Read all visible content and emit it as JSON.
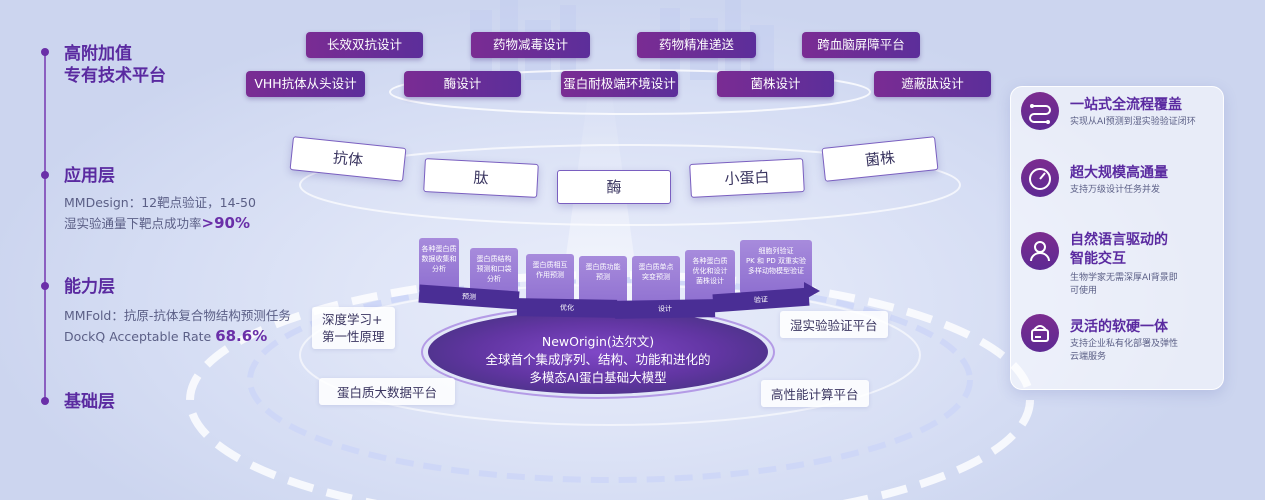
{
  "layers": {
    "platform_title_line1": "高附加值",
    "platform_title_line2": "专有技术平台",
    "app_title": "应用层",
    "app_desc_line1": "MMDesign：12靶点验证，14-50",
    "app_desc_line2_text": "湿实验通量下靶点成功率",
    "app_desc_line2_value": ">90%",
    "capability_title": "能力层",
    "capability_desc_line1": "MMFold：抗原-抗体复合物结构预测任务",
    "capability_desc_line2_text": "DockQ Acceptable Rate",
    "capability_desc_line2_value": "68.6%",
    "base_title": "基础层"
  },
  "tech_pills_row1": [
    "长效双抗设计",
    "药物减毒设计",
    "药物精准递送",
    "跨血脑屏障平台"
  ],
  "tech_pills_row2": [
    "VHH抗体从头设计",
    "酶设计",
    "蛋白耐极端环境设计",
    "菌株设计",
    "遮蔽肽设计"
  ],
  "applications": [
    "抗体",
    "肽",
    "酶",
    "小蛋白",
    "菌株"
  ],
  "capability_cards": [
    [
      "各种蛋白质",
      "数据收集和",
      "分析"
    ],
    [
      "蛋白质结构",
      "预测和口袋",
      "分析"
    ],
    [
      "蛋白质相互",
      "作用预测"
    ],
    [
      "蛋白质功能",
      "预测"
    ],
    [
      "蛋白质单点",
      "突变预测"
    ],
    [
      "各种蛋白质",
      "优化和设计",
      "菌株设计"
    ],
    [
      "细胞列验证",
      "PK 和 PD 双重实验",
      "多样动物模型验证"
    ]
  ],
  "pipeline_stages": [
    "预测",
    "优化",
    "设计",
    "验证"
  ],
  "foundation": {
    "left_tag_line1": "深度学习+",
    "left_tag_line2": "第一性原理",
    "right_tag": "湿实验验证平台",
    "model_name": "NewOrigin(达尔文)",
    "model_desc_line1": "全球首个集成序列、结构、功能和进化的",
    "model_desc_line2": "多模态AI蛋白基础大模型",
    "bottom_left_tag": "蛋白质大数据平台",
    "bottom_right_tag": "高性能计算平台"
  },
  "features": [
    {
      "icon": "workflow-icon",
      "title": "一站式全流程覆盖",
      "desc": [
        "实现从AI预测到湿实验验证闭环"
      ]
    },
    {
      "icon": "speedometer-icon",
      "title": "超大规模高通量",
      "desc": [
        "支持万级设计任务并发"
      ]
    },
    {
      "icon": "user-icon",
      "title_line1": "自然语言驱动的",
      "title_line2": "智能交互",
      "desc": [
        "生物学家无需深厚AI背景即",
        "可使用"
      ]
    },
    {
      "icon": "server-cloud-icon",
      "title": "灵活的软硬一体",
      "desc": [
        "支持企业私有化部署及弹性",
        "云端服务"
      ]
    }
  ],
  "colors": {
    "accent": "#5a2aa0",
    "pill": "#6b2d96",
    "text": "#5b5f86"
  }
}
